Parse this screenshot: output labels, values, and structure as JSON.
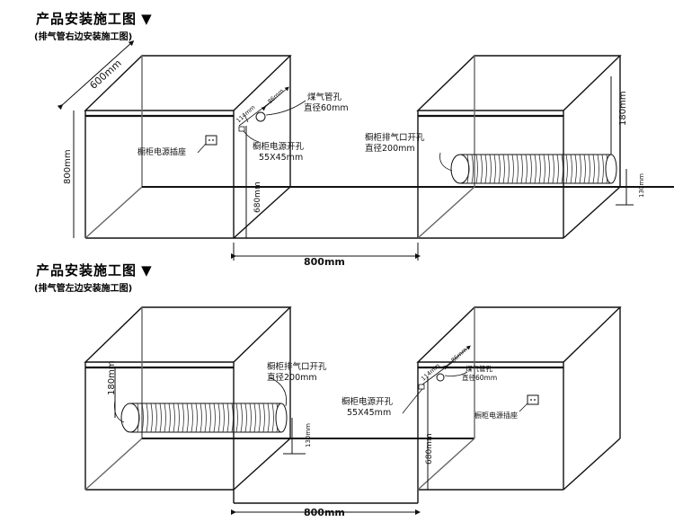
{
  "section_top": {
    "title": "产品安装施工图",
    "arrow": "▼",
    "subtitle": "(排气管右边安装施工图)",
    "dim_depth": "600mm",
    "dim_height": "800mm",
    "dim_width": "800mm",
    "dim_680": "680mm",
    "dim_180": "180mm",
    "dim_130": "130mm",
    "dim_114": "114mm",
    "dim_86": "86mm",
    "gas_hole": "煤气管孔",
    "gas_dia": "直径60mm",
    "power_hole": "橱柜电源开孔",
    "power_size": "55X45mm",
    "socket": "橱柜电源插座",
    "exhaust_hole": "橱柜排气口开孔",
    "exhaust_dia": "直径200mm"
  },
  "section_bottom": {
    "title": "产品安装施工图",
    "arrow": "▼",
    "subtitle": "(排气管左边安装施工图)",
    "dim_180": "180mm",
    "dim_130": "130mm",
    "dim_680": "680mm",
    "dim_width": "800mm",
    "dim_114": "114mm",
    "dim_86": "86mm",
    "gas_hole": "煤气管孔",
    "gas_dia": "直径60mm",
    "power_hole": "橱柜电源开孔",
    "power_size": "55X45mm",
    "socket": "橱柜电源插座",
    "exhaust_hole": "橱柜排气口开孔",
    "exhaust_dia": "直径200mm"
  }
}
